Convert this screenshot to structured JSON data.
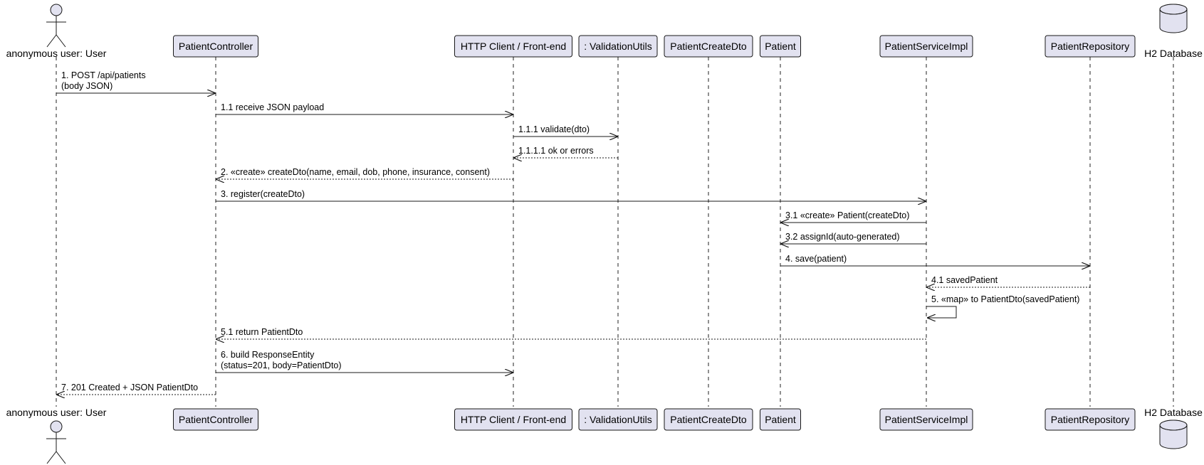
{
  "participants": [
    {
      "id": "user",
      "label": "anonymous user: User",
      "kind": "actor"
    },
    {
      "id": "controller",
      "label": "PatientController",
      "kind": "box"
    },
    {
      "id": "http",
      "label": "HTTP Client / Front-end",
      "kind": "box"
    },
    {
      "id": "validation",
      "label": ": ValidationUtils",
      "kind": "box"
    },
    {
      "id": "createdto",
      "label": "PatientCreateDto",
      "kind": "box"
    },
    {
      "id": "patient",
      "label": "Patient",
      "kind": "box"
    },
    {
      "id": "service",
      "label": "PatientServiceImpl",
      "kind": "box"
    },
    {
      "id": "repository",
      "label": "PatientRepository",
      "kind": "box"
    },
    {
      "id": "h2",
      "label": "H2 Database",
      "kind": "database"
    }
  ],
  "messages": [
    {
      "from": "user",
      "to": "controller",
      "lines": [
        "1. POST /api/patients",
        "(body JSON)"
      ],
      "style": "solid"
    },
    {
      "from": "controller",
      "to": "http",
      "lines": [
        "1.1 receive JSON payload"
      ],
      "style": "solid"
    },
    {
      "from": "http",
      "to": "validation",
      "lines": [
        "1.1.1 validate(dto)"
      ],
      "style": "solid"
    },
    {
      "from": "validation",
      "to": "http",
      "lines": [
        "1.1.1.1 ok or errors"
      ],
      "style": "dashed"
    },
    {
      "from": "http",
      "to": "controller",
      "lines": [
        "2. «create» createDto(name, email, dob, phone, insurance, consent)"
      ],
      "style": "dashed"
    },
    {
      "from": "controller",
      "to": "service",
      "lines": [
        "3. register(createDto)"
      ],
      "style": "solid"
    },
    {
      "from": "service",
      "to": "patient",
      "lines": [
        "3.1 «create» Patient(createDto)"
      ],
      "style": "solid"
    },
    {
      "from": "service",
      "to": "patient",
      "lines": [
        "3.2 assignId(auto-generated)"
      ],
      "style": "solid"
    },
    {
      "from": "patient",
      "to": "repository",
      "lines": [
        "4. save(patient)"
      ],
      "style": "solid"
    },
    {
      "from": "repository",
      "to": "service",
      "lines": [
        "4.1 savedPatient"
      ],
      "style": "dashed"
    },
    {
      "from": "service",
      "to": "service",
      "lines": [
        "5. «map» to PatientDto(savedPatient)"
      ],
      "style": "solid"
    },
    {
      "from": "service",
      "to": "controller",
      "lines": [
        "5.1 return PatientDto"
      ],
      "style": "dashed"
    },
    {
      "from": "controller",
      "to": "http",
      "lines": [
        "6. build ResponseEntity",
        "(status=201, body=PatientDto)"
      ],
      "style": "solid"
    },
    {
      "from": "controller",
      "to": "user",
      "lines": [
        "7. 201 Created + JSON PatientDto"
      ],
      "style": "dashed"
    }
  ]
}
